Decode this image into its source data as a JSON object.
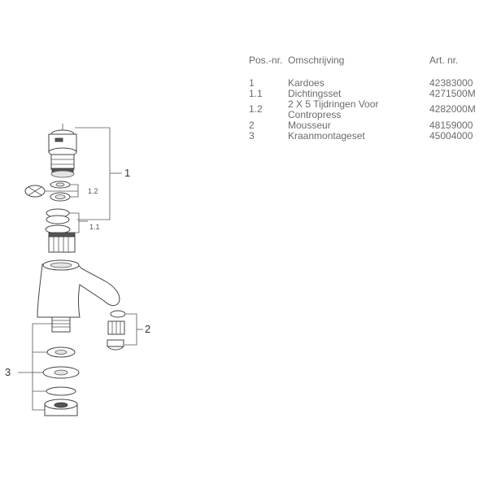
{
  "table": {
    "headers": {
      "pos": "Pos.-nr.",
      "desc": "Omschrijving",
      "art": "Art. nr."
    },
    "rows": [
      {
        "pos": "1",
        "desc": "Kardoes",
        "art": "42383000"
      },
      {
        "pos": "1.1",
        "desc": "Dichtingsset",
        "art": "4271500M"
      },
      {
        "pos": "1.2",
        "desc": "2 X 5 Tijdringen Voor Contropress",
        "art": "4282000M"
      },
      {
        "pos": "2",
        "desc": "Mousseur",
        "art": "48159000"
      },
      {
        "pos": "3",
        "desc": "Kraanmontageset",
        "art": "45004000"
      }
    ]
  },
  "callouts": {
    "c1": "1",
    "c1_2": "1.2",
    "c1_1": "1.1",
    "c2": "2",
    "c3": "3"
  }
}
